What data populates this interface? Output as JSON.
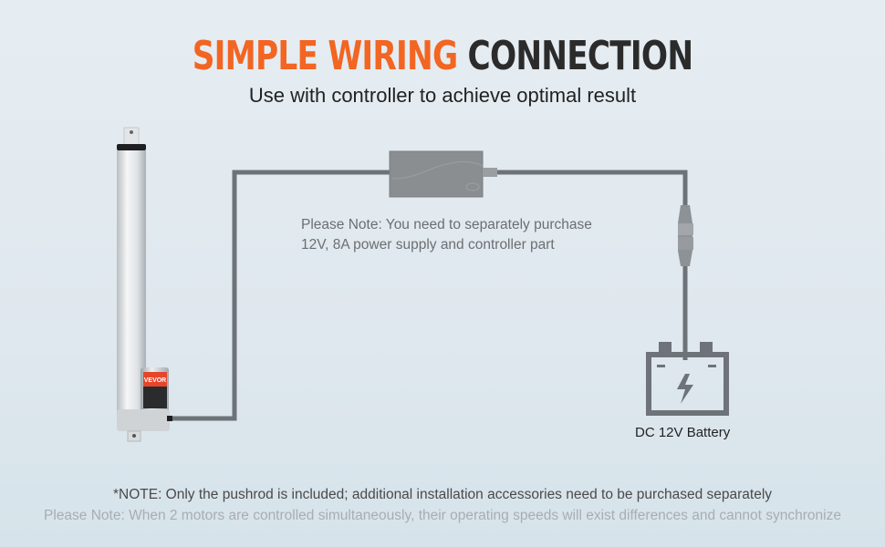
{
  "title": {
    "highlight": "SIMPLE WIRING",
    "rest": "CONNECTION"
  },
  "subtitle": "Use with controller to achieve optimal result",
  "middle_note": {
    "line1": "Please Note: You need to separately purchase",
    "line2": "12V, 8A power supply and controller part"
  },
  "actuator": {
    "brand_label": "VEVOR"
  },
  "battery": {
    "label": "DC 12V Battery",
    "icon": "battery-icon"
  },
  "footer": {
    "note1": "*NOTE: Only the pushrod is included; additional installation accessories need to be purchased separately",
    "note2": "Please Note: When 2 motors are controlled simultaneously, their operating speeds will exist differences and cannot synchronize"
  },
  "colors": {
    "accent": "#f26522",
    "wire": "#6d7378",
    "text_dark": "#2b2b2b"
  }
}
